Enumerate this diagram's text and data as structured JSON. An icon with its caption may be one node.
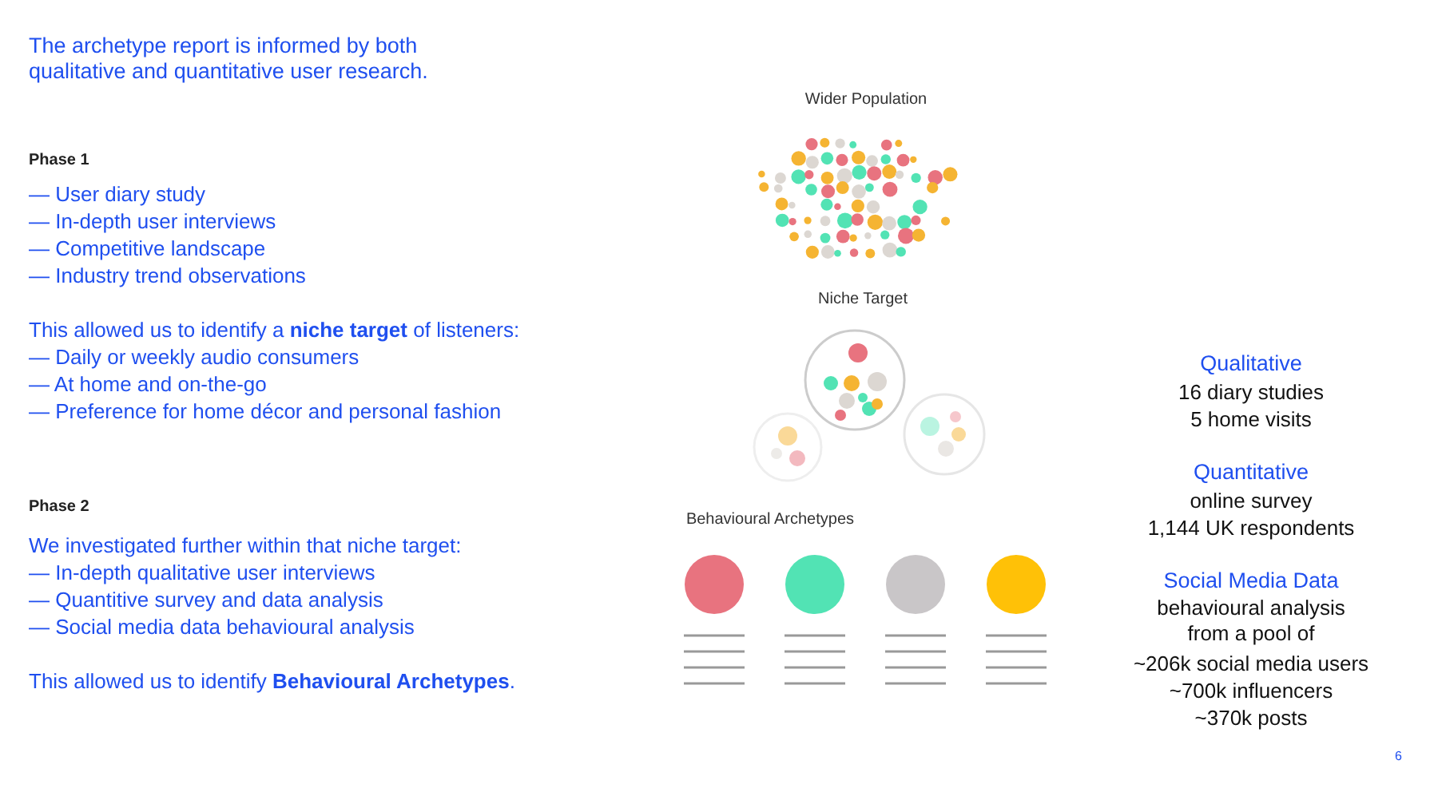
{
  "diagram": {
    "title": "The archetype report is informed by both qualitative and quantitative user research.",
    "labels": [
      "Phase 1",
      "— User diary study",
      "— In-depth user interviews",
      "— Competitive landscape",
      "— Industry trend observations",
      "This allowed us to identify a **niche target** of listeners:",
      "— Daily or weekly audio consumers",
      "— At home and on-the-go",
      "— Preference for home décor and personal fashion",
      "Phase 2",
      "We investigated further within that niche target:",
      "— In-depth qualitative user interviews",
      "— Quantitive survey and data analysis",
      "— Social media data behavioural analysis",
      "This allowed us to identify **Behavioural Archetypes**.",
      "Wider Population",
      "Niche Target",
      "Behavioural Archetypes",
      "Qualitative",
      "16 diary studies",
      "5 home visits",
      "Quantitative",
      "online survey",
      "1,144 UK respondents",
      "Social Media Data",
      "behavioural analysis from a pool of",
      "~206k social media users",
      "~700k influencers",
      "~370k posts",
      "6"
    ]
  }
}
